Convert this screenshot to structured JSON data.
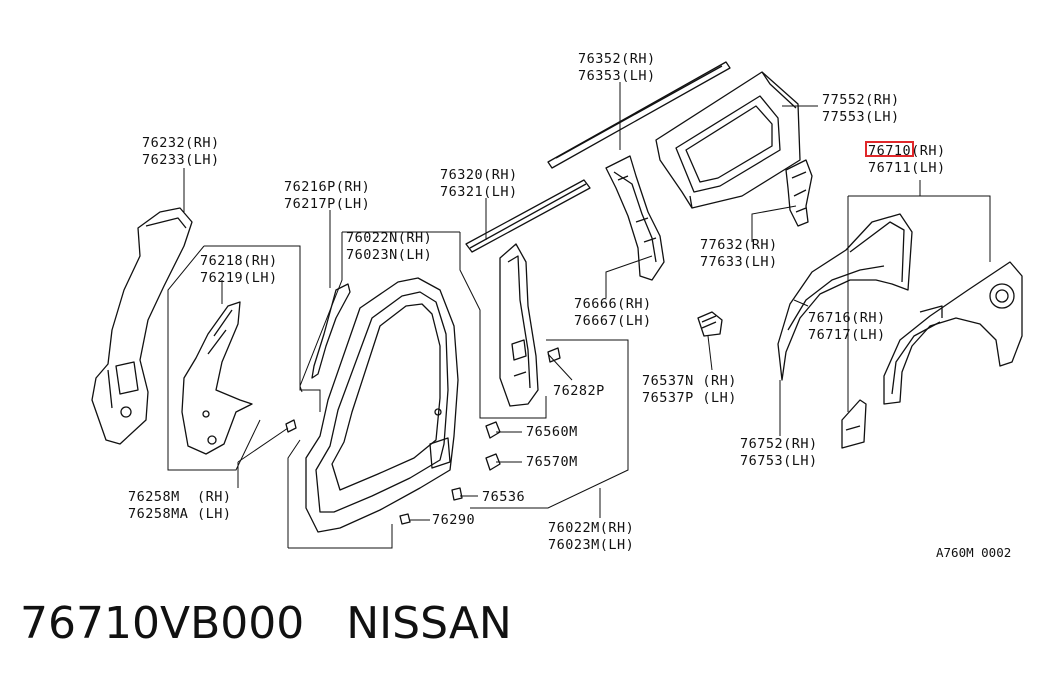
{
  "callouts": [
    {
      "id": "c76352",
      "lines": [
        "76352(RH)",
        "76353(LH)"
      ]
    },
    {
      "id": "c77552",
      "lines": [
        "77552(RH)",
        "77553(LH)"
      ]
    },
    {
      "id": "c76710",
      "lines": [
        "76710(RH)",
        "76711(LH)"
      ],
      "highlighted_text": "76710"
    },
    {
      "id": "c76232",
      "lines": [
        "76232(RH)",
        "76233(LH)"
      ]
    },
    {
      "id": "c76216",
      "lines": [
        "76216P(RH)",
        "76217P(LH)"
      ]
    },
    {
      "id": "c76320",
      "lines": [
        "76320(RH)",
        "76321(LH)"
      ]
    },
    {
      "id": "c76022n",
      "lines": [
        "76022N(RH)",
        "76023N(LH)"
      ]
    },
    {
      "id": "c76218",
      "lines": [
        "76218(RH)",
        "76219(LH)"
      ]
    },
    {
      "id": "c77632",
      "lines": [
        "77632(RH)",
        "77633(LH)"
      ]
    },
    {
      "id": "c76666",
      "lines": [
        "76666(RH)",
        "76667(LH)"
      ]
    },
    {
      "id": "c76716",
      "lines": [
        "76716(RH)",
        "76717(LH)"
      ]
    },
    {
      "id": "c76282",
      "lines": [
        "76282P"
      ]
    },
    {
      "id": "c76537",
      "lines": [
        "76537N (RH)",
        "76537P (LH)"
      ]
    },
    {
      "id": "c76560",
      "lines": [
        "76560M"
      ]
    },
    {
      "id": "c76570",
      "lines": [
        "76570M"
      ]
    },
    {
      "id": "c76752",
      "lines": [
        "76752(RH)",
        "76753(LH)"
      ]
    },
    {
      "id": "c76536",
      "lines": [
        "76536"
      ]
    },
    {
      "id": "c76258",
      "lines": [
        "76258M  (RH)",
        "76258MA (LH)"
      ]
    },
    {
      "id": "c76290",
      "lines": [
        "76290"
      ]
    },
    {
      "id": "c76022m",
      "lines": [
        "76022M(RH)",
        "76023M(LH)"
      ]
    }
  ],
  "diagram_code": "A760M 0002",
  "caption": {
    "part_number": "76710VB000",
    "brand": "NISSAN"
  },
  "colors": {
    "ink": "#111111",
    "highlight": "#e0282a",
    "background": "#ffffff"
  }
}
